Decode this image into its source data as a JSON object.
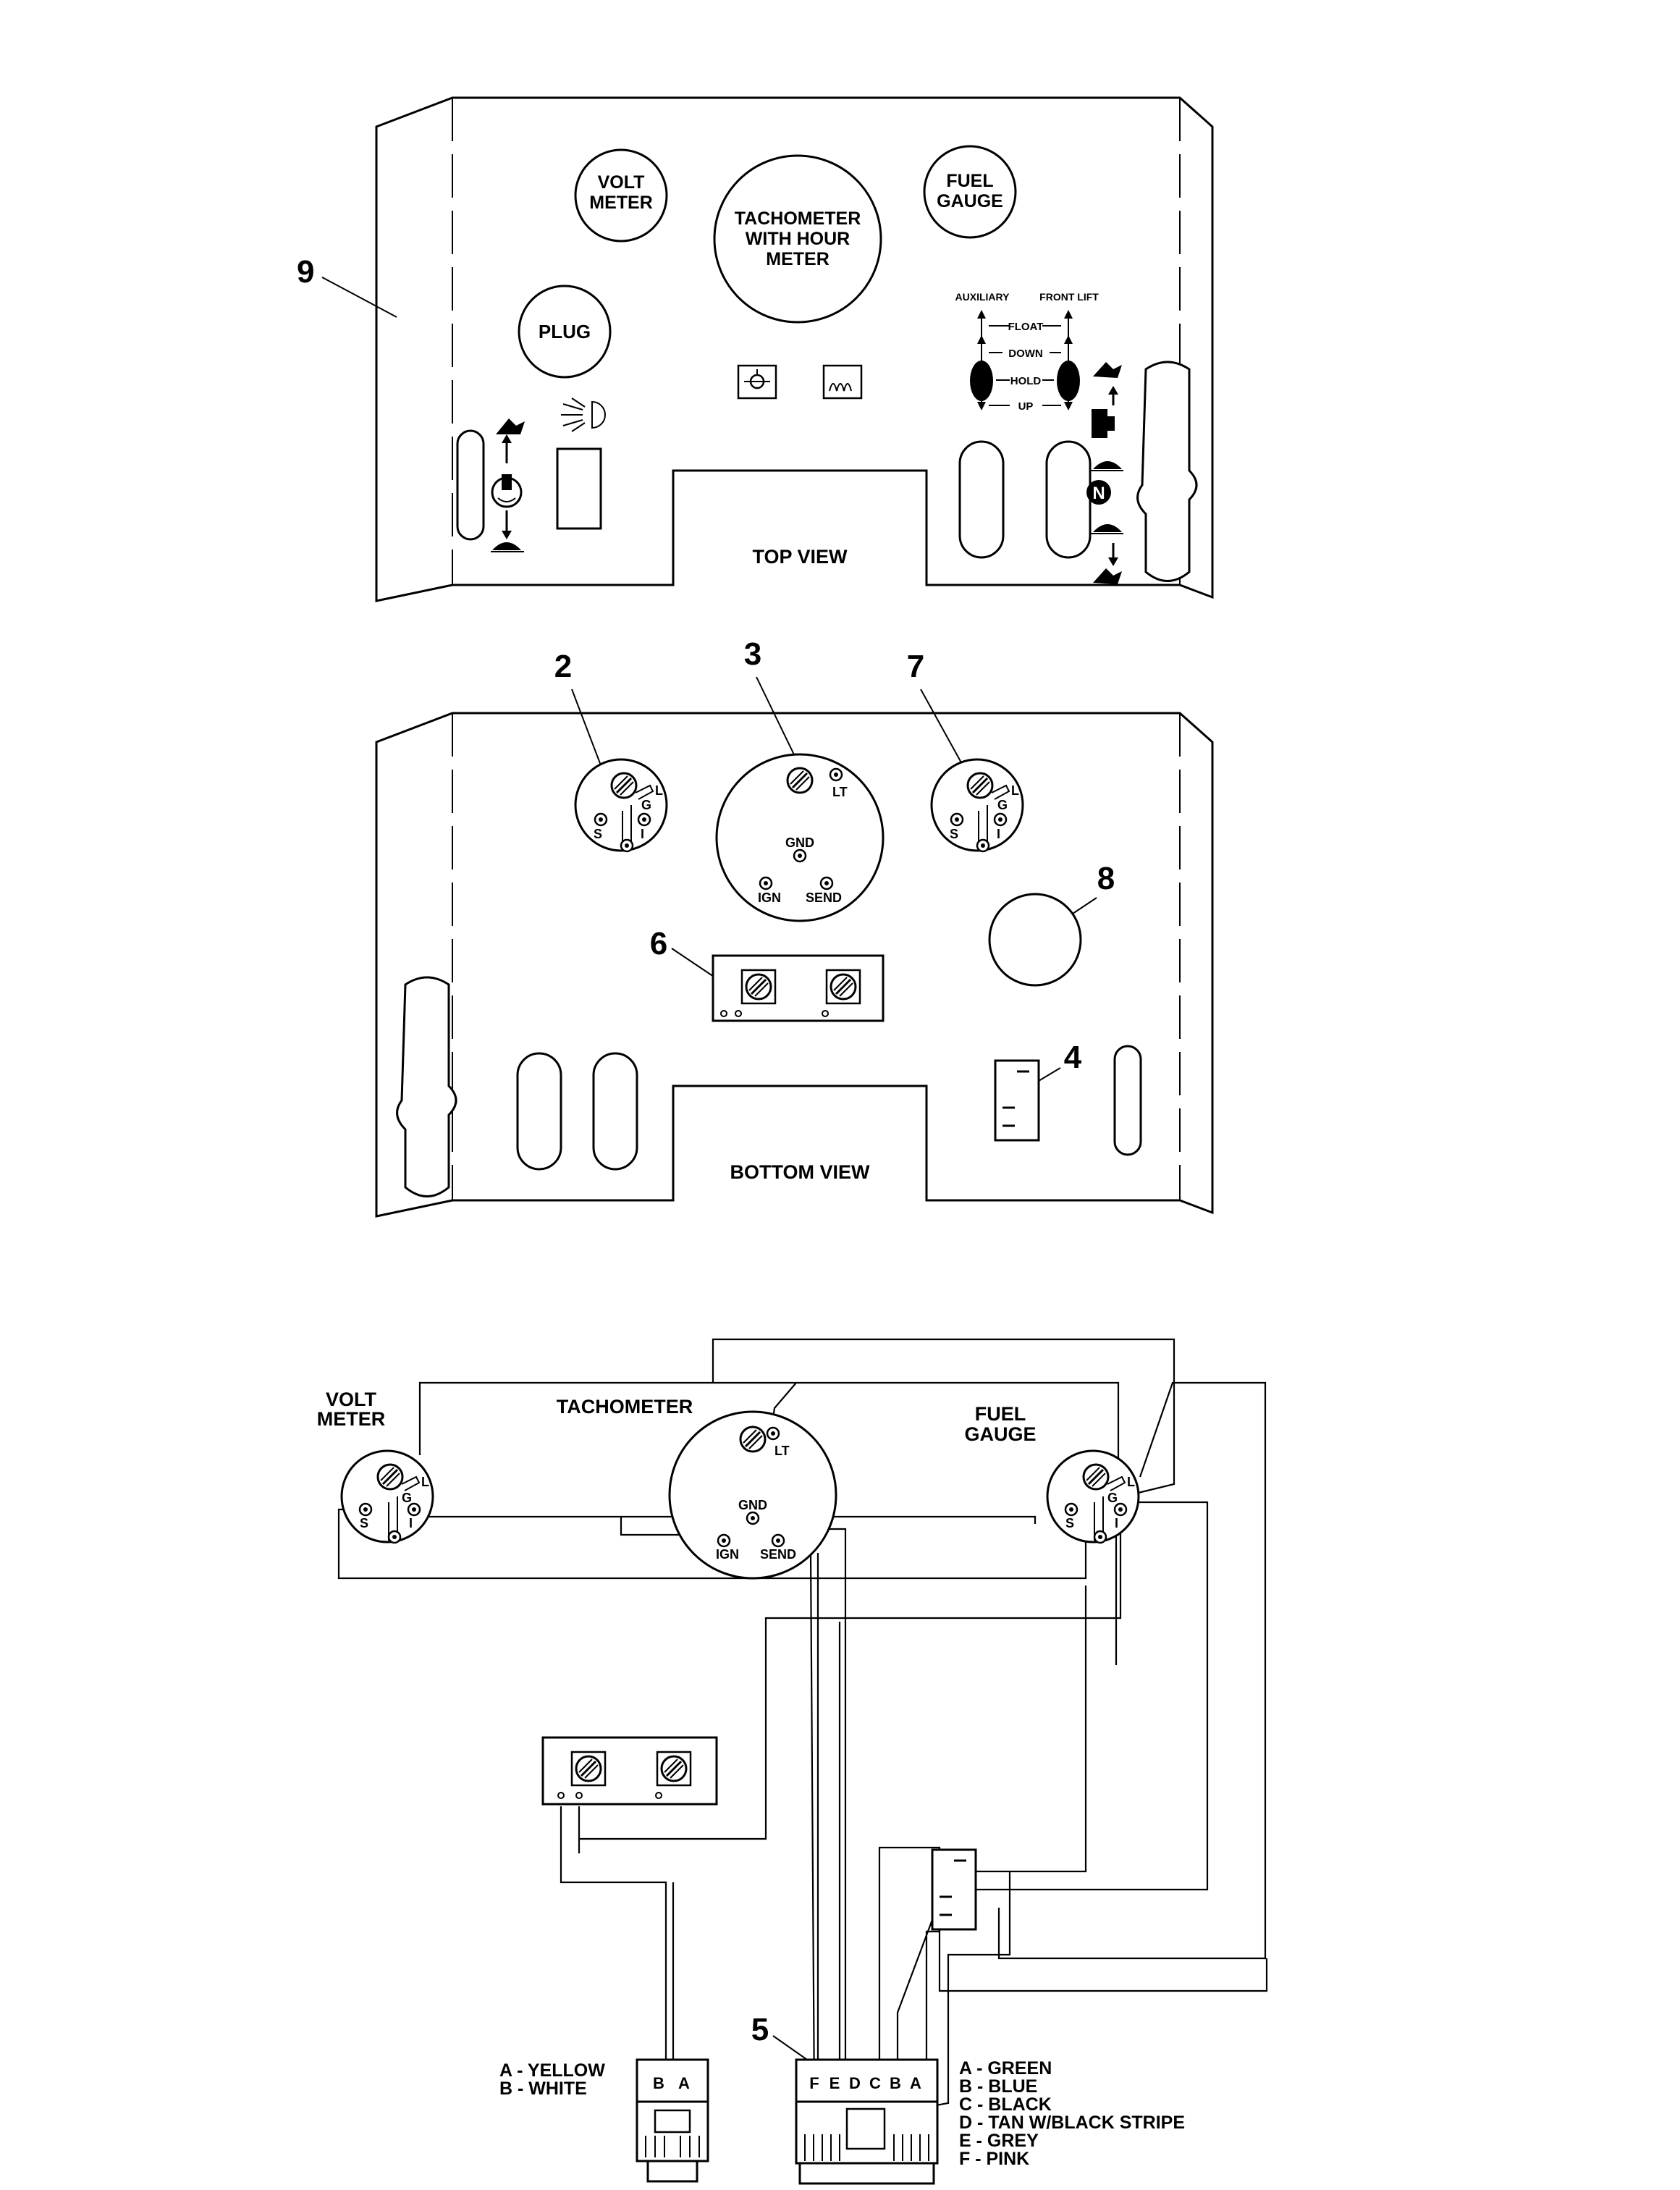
{
  "top_view": {
    "caption": "TOP VIEW",
    "callout_9": "9",
    "volt_meter": [
      "VOLT",
      "METER"
    ],
    "tachometer": [
      "TACHOMETER",
      "WITH HOUR",
      "METER"
    ],
    "fuel_gauge": [
      "FUEL",
      "GAUGE"
    ],
    "plug": "PLUG",
    "lever_headers": {
      "auxiliary": "AUXILIARY",
      "front_lift": "FRONT LIFT"
    },
    "lever_positions": [
      "FLOAT",
      "DOWN",
      "HOLD",
      "UP"
    ],
    "neutral": "N"
  },
  "bottom_view": {
    "caption": "BOTTOM VIEW",
    "callouts": {
      "c2": "2",
      "c3": "3",
      "c4": "4",
      "c6": "6",
      "c7": "7",
      "c8": "8"
    },
    "gauge_terminals": {
      "g": "G",
      "l": "L",
      "s": "S",
      "i": "I"
    },
    "tach_terminals": {
      "lt": "LT",
      "gnd": "GND",
      "ign": "IGN",
      "send": "SEND"
    }
  },
  "schematic": {
    "volt_meter": [
      "VOLT",
      "METER"
    ],
    "tachometer": "TACHOMETER",
    "fuel_gauge": [
      "FUEL",
      "GAUGE"
    ],
    "callout_5": "5",
    "gauge_terminals": {
      "g": "G",
      "l": "L",
      "s": "S",
      "i": "I"
    },
    "tach_terminals": {
      "lt": "LT",
      "gnd": "GND",
      "ign": "IGN",
      "send": "SEND"
    },
    "small_connector_pins": [
      "B",
      "A"
    ],
    "small_connector_legend": [
      "A - YELLOW",
      "B - WHITE"
    ],
    "large_connector_pins": [
      "F",
      "E",
      "D",
      "C",
      "B",
      "A"
    ],
    "large_connector_legend": [
      "A - GREEN",
      "B - BLUE",
      "C - BLACK",
      "D - TAN W/BLACK STRIPE",
      "E - GREY",
      "F - PINK"
    ]
  }
}
